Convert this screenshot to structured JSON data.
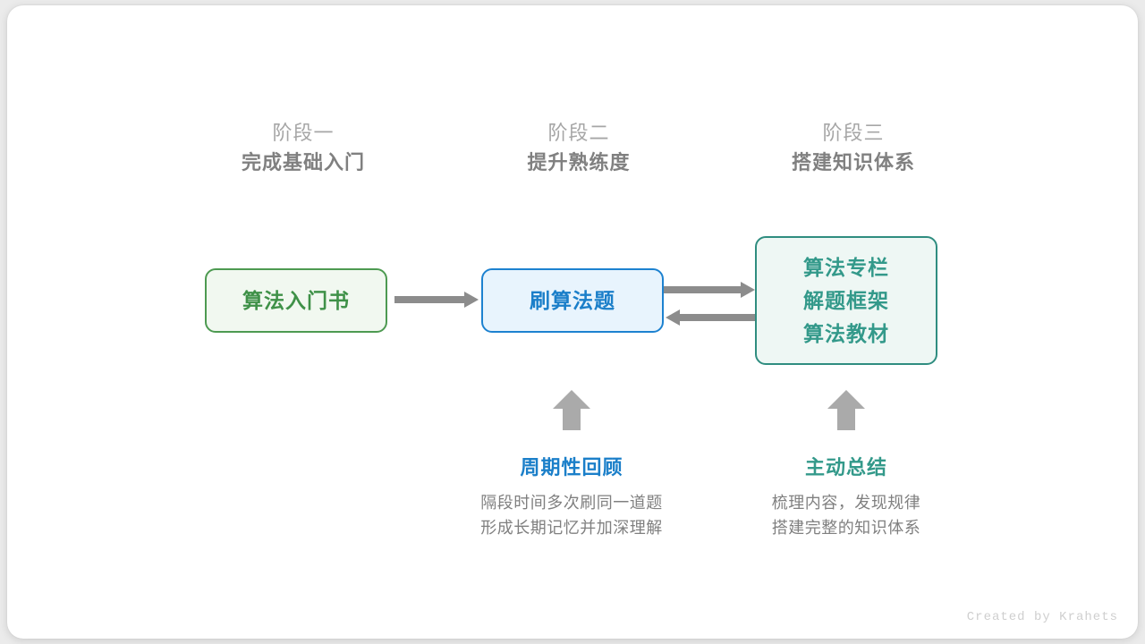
{
  "stages": [
    {
      "sub": "阶段一",
      "title": "完成基础入门"
    },
    {
      "sub": "阶段二",
      "title": "提升熟练度"
    },
    {
      "sub": "阶段三",
      "title": "搭建知识体系"
    }
  ],
  "nodes": {
    "book": {
      "label": "算法入门书",
      "color": "#3f9148",
      "border": "#4d9a51",
      "fill": "#f1f8f0"
    },
    "practice": {
      "label": "刷算法题",
      "color": "#1b7fc9",
      "border": "#1d82d0",
      "fill": "#e8f4fd"
    },
    "knowledge": {
      "lines": [
        "算法专栏",
        "解题框架",
        "算法教材"
      ],
      "color": "#33998a",
      "border": "#2f8d80",
      "fill": "#eef7f4"
    }
  },
  "arrows": {
    "color": "#8c8c8c",
    "book_to_practice": "arrow-right",
    "practice_to_knowledge": "arrow-right",
    "knowledge_to_practice": "arrow-left",
    "up_arrow_review": "arrow-up",
    "up_arrow_summary": "arrow-up"
  },
  "notes": [
    {
      "title": "周期性回顾",
      "accent": "#1b7fc9",
      "body_lines": [
        "隔段时间多次刷同一道题",
        "形成长期记忆并加深理解"
      ]
    },
    {
      "title": "主动总结",
      "accent": "#33998a",
      "body_lines": [
        "梳理内容，发现规律",
        "搭建完整的知识体系"
      ]
    }
  ],
  "credit": "Created by Krahets"
}
